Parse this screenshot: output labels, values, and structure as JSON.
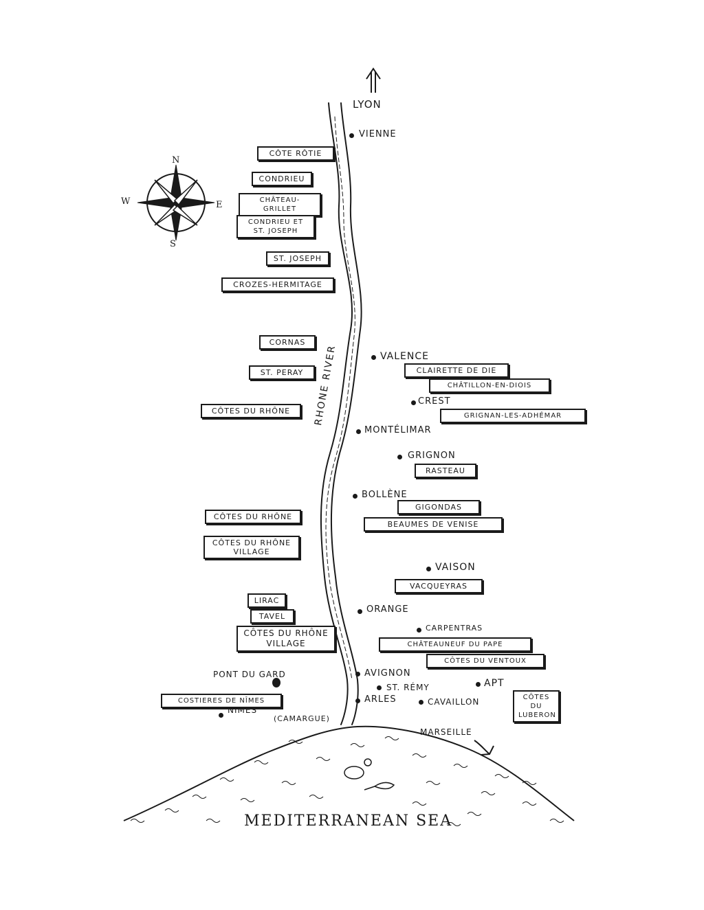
{
  "map": {
    "north_city": "LYON",
    "river": "RHONE RIVER",
    "sea": "MEDITERRANEAN SEA",
    "compass": {
      "n": "N",
      "s": "S",
      "e": "E",
      "w": "W"
    },
    "towns": {
      "vienne": "VIENNE",
      "valence": "VALENCE",
      "crest": "CREST",
      "montelimar": "MONTÉLIMAR",
      "grignon": "GRIGNON",
      "bollene": "BOLLÈNE",
      "vaison": "VAISON",
      "orange": "ORANGE",
      "carpentras": "CARPENTRAS",
      "avignon": "AVIGNON",
      "st_remy": "ST. RÉMY",
      "apt": "APT",
      "arles": "ARLES",
      "cavaillon": "CAVAILLON",
      "pont_du_gard": "PONT DU GARD",
      "nimes": "NÎMES",
      "camargue": "(CAMARGUE)",
      "marseille": "MARSEILLE"
    },
    "appellations": {
      "cote_rotie": "CÔTE RÔTIE",
      "condrieu": "CONDRIEU",
      "chateau_grillet": "CHÂTEAU-GRILLET",
      "condrieu_st_joseph": "CONDRIEU ET\nST. JOSEPH",
      "st_joseph": "ST. JOSEPH",
      "crozes_hermitage": "CROZES-HERMITAGE",
      "cornas": "CORNAS",
      "st_peray": "ST. PERAY",
      "cotes_du_rhone_1": "CÔTES DU RHÔNE",
      "clairette_de_die": "CLAIRETTE DE DIE",
      "chatillon_en_diois": "CHÂTILLON-EN-DIOIS",
      "grignan_les_adhemar": "GRIGNAN-LES-ADHÉMAR",
      "rasteau": "RASTEAU",
      "gigondas": "GIGONDAS",
      "beaumes_de_venise": "BEAUMES DE VENISE",
      "cotes_du_rhone_2": "CÔTES DU RHÔNE",
      "cotes_du_rhone_village_1": "CÔTES DU RHÔNE\nVILLAGE",
      "vacqueyras": "VACQUEYRAS",
      "lirac": "LIRAC",
      "tavel": "TAVEL",
      "cotes_du_rhone_village_2": "CÔTES DU RHÔNE\nVILLAGE",
      "chateauneuf_du_pape": "CHÂTEAUNEUF DU PAPE",
      "cotes_du_ventoux": "CÔTES DU VENTOUX",
      "costieres_de_nimes": "COSTIERES DE NÎMES",
      "cotes_du_luberon": "CÔTES DU\nLUBERON"
    }
  }
}
